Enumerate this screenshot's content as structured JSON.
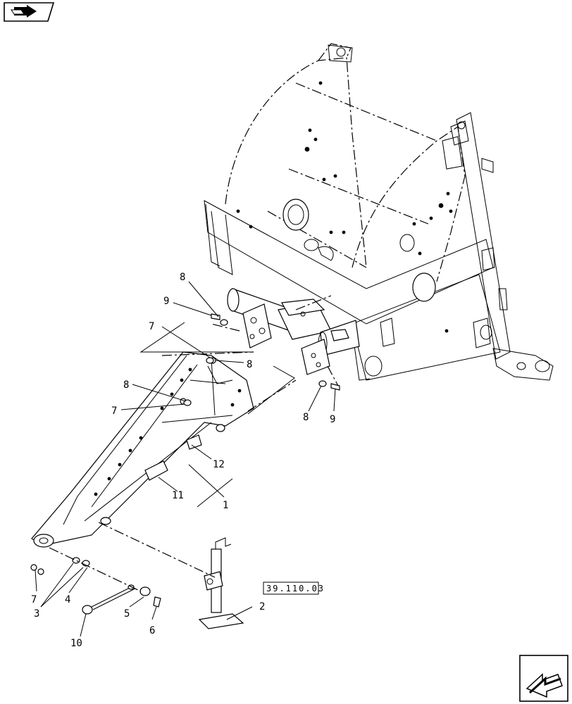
{
  "callouts": {
    "c1": "1",
    "c2": "2",
    "c3": "3",
    "c4": "4",
    "c5": "5",
    "c6": "6",
    "c7a": "7",
    "c7b": "7",
    "c7c": "7",
    "c8a": "8",
    "c8b": "8",
    "c8c": "8",
    "c8d": "8",
    "c9a": "9",
    "c9b": "9",
    "c10": "10",
    "c11": "11",
    "c12": "12"
  },
  "reference": {
    "section": "39.110.03"
  },
  "icons": {
    "top_left": "book-arrow-icon",
    "bottom_right": "next-page-arrow-icon"
  }
}
